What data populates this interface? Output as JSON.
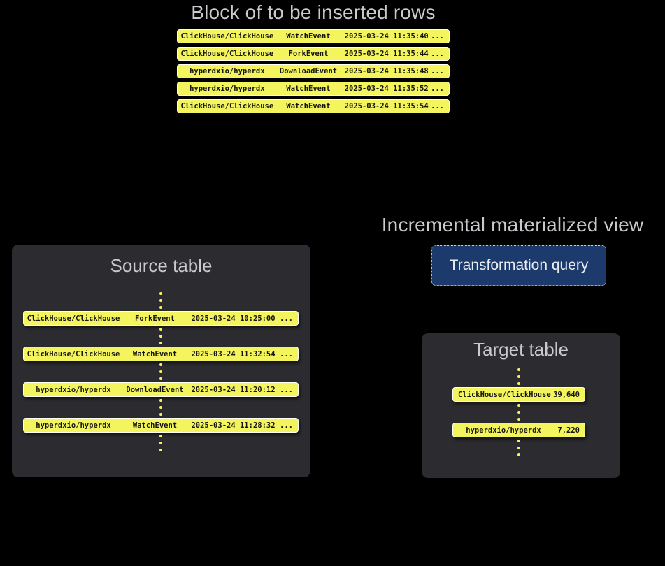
{
  "colors": {
    "background": "#000000",
    "row_yellow": "#F4F45E",
    "panel_gray": "#2B2B30",
    "title_gray": "#C9C9CE",
    "button_navy": "#1C3A6B"
  },
  "insert_block": {
    "title": "Block of to be inserted rows",
    "rows": [
      {
        "repo": "ClickHouse/ClickHouse",
        "event": "WatchEvent",
        "timestamp": "2025-03-24 11:35:40",
        "more": "..."
      },
      {
        "repo": "ClickHouse/ClickHouse",
        "event": "ForkEvent",
        "timestamp": "2025-03-24 11:35:44",
        "more": "..."
      },
      {
        "repo": "hyperdxio/hyperdx",
        "event": "DownloadEvent",
        "timestamp": "2025-03-24 11:35:48",
        "more": "..."
      },
      {
        "repo": "hyperdxio/hyperdx",
        "event": "WatchEvent",
        "timestamp": "2025-03-24 11:35:52",
        "more": "..."
      },
      {
        "repo": "ClickHouse/ClickHouse",
        "event": "WatchEvent",
        "timestamp": "2025-03-24 11:35:54",
        "more": "..."
      }
    ]
  },
  "materialized_view": {
    "title": "Incremental materialized view",
    "button_label": "Transformation query"
  },
  "source_table": {
    "title": "Source table",
    "rows": [
      {
        "repo": "ClickHouse/ClickHouse",
        "event": "ForkEvent",
        "timestamp": "2025-03-24 10:25:00",
        "more": "..."
      },
      {
        "repo": "ClickHouse/ClickHouse",
        "event": "WatchEvent",
        "timestamp": "2025-03-24 11:32:54",
        "more": "..."
      },
      {
        "repo": "hyperdxio/hyperdx",
        "event": "DownloadEvent",
        "timestamp": "2025-03-24 11:20:12",
        "more": "..."
      },
      {
        "repo": "hyperdxio/hyperdx",
        "event": "WatchEvent",
        "timestamp": "2025-03-24 11:28:32",
        "more": "..."
      }
    ]
  },
  "target_table": {
    "title": "Target table",
    "rows": [
      {
        "repo": "ClickHouse/ClickHouse",
        "count": "39,640"
      },
      {
        "repo": "hyperdxio/hyperdx",
        "count": "7,220"
      }
    ]
  }
}
